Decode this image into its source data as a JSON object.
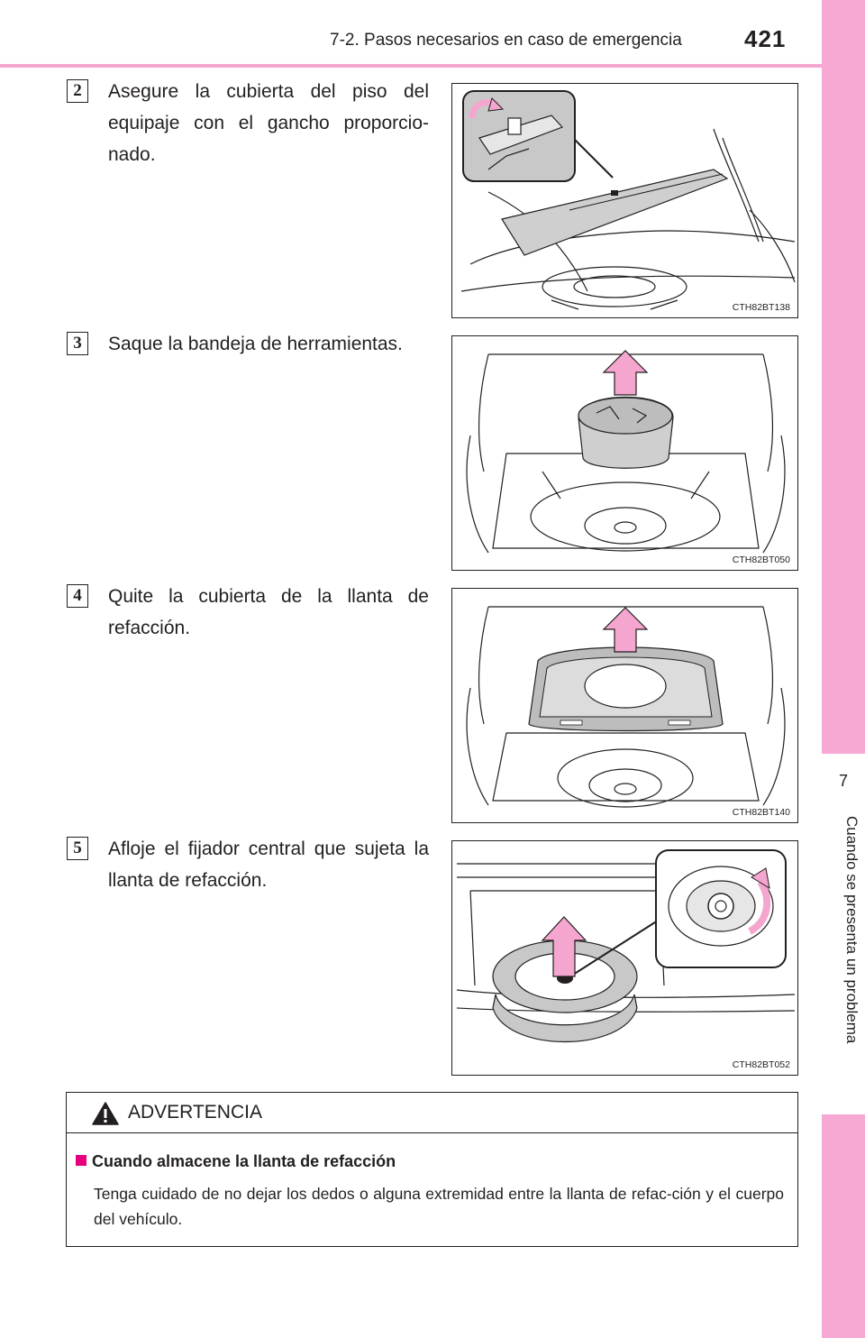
{
  "header": {
    "section_title": "7-2. Pasos necesarios en caso de emergencia",
    "page_number": "421"
  },
  "side_tab": {
    "chapter_number": "7",
    "chapter_title": "Cuando se presenta un problema"
  },
  "steps": [
    {
      "number": "2",
      "text": "Asegure la cubierta del piso del equipaje con el gancho proporcio-nado.",
      "figure_code": "CTH82BT138"
    },
    {
      "number": "3",
      "text": "Saque la bandeja de herramientas.",
      "figure_code": "CTH82BT050"
    },
    {
      "number": "4",
      "text": "Quite la cubierta de la llanta de refacción.",
      "figure_code": "CTH82BT140"
    },
    {
      "number": "5",
      "text": "Afloje el fijador central que sujeta la llanta de refacción.",
      "figure_code": "CTH82BT052"
    }
  ],
  "warning": {
    "title": "ADVERTENCIA",
    "subheading": "Cuando almacene la llanta de refacción",
    "body": "Tenga cuidado de no dejar los dedos o alguna extremidad entre la llanta de refac-ción y el cuerpo del vehículo."
  },
  "colors": {
    "accent_pink": "#f7a8d3",
    "arrow_pink": "#f4a6cf",
    "warning_square": "#e6007e"
  }
}
